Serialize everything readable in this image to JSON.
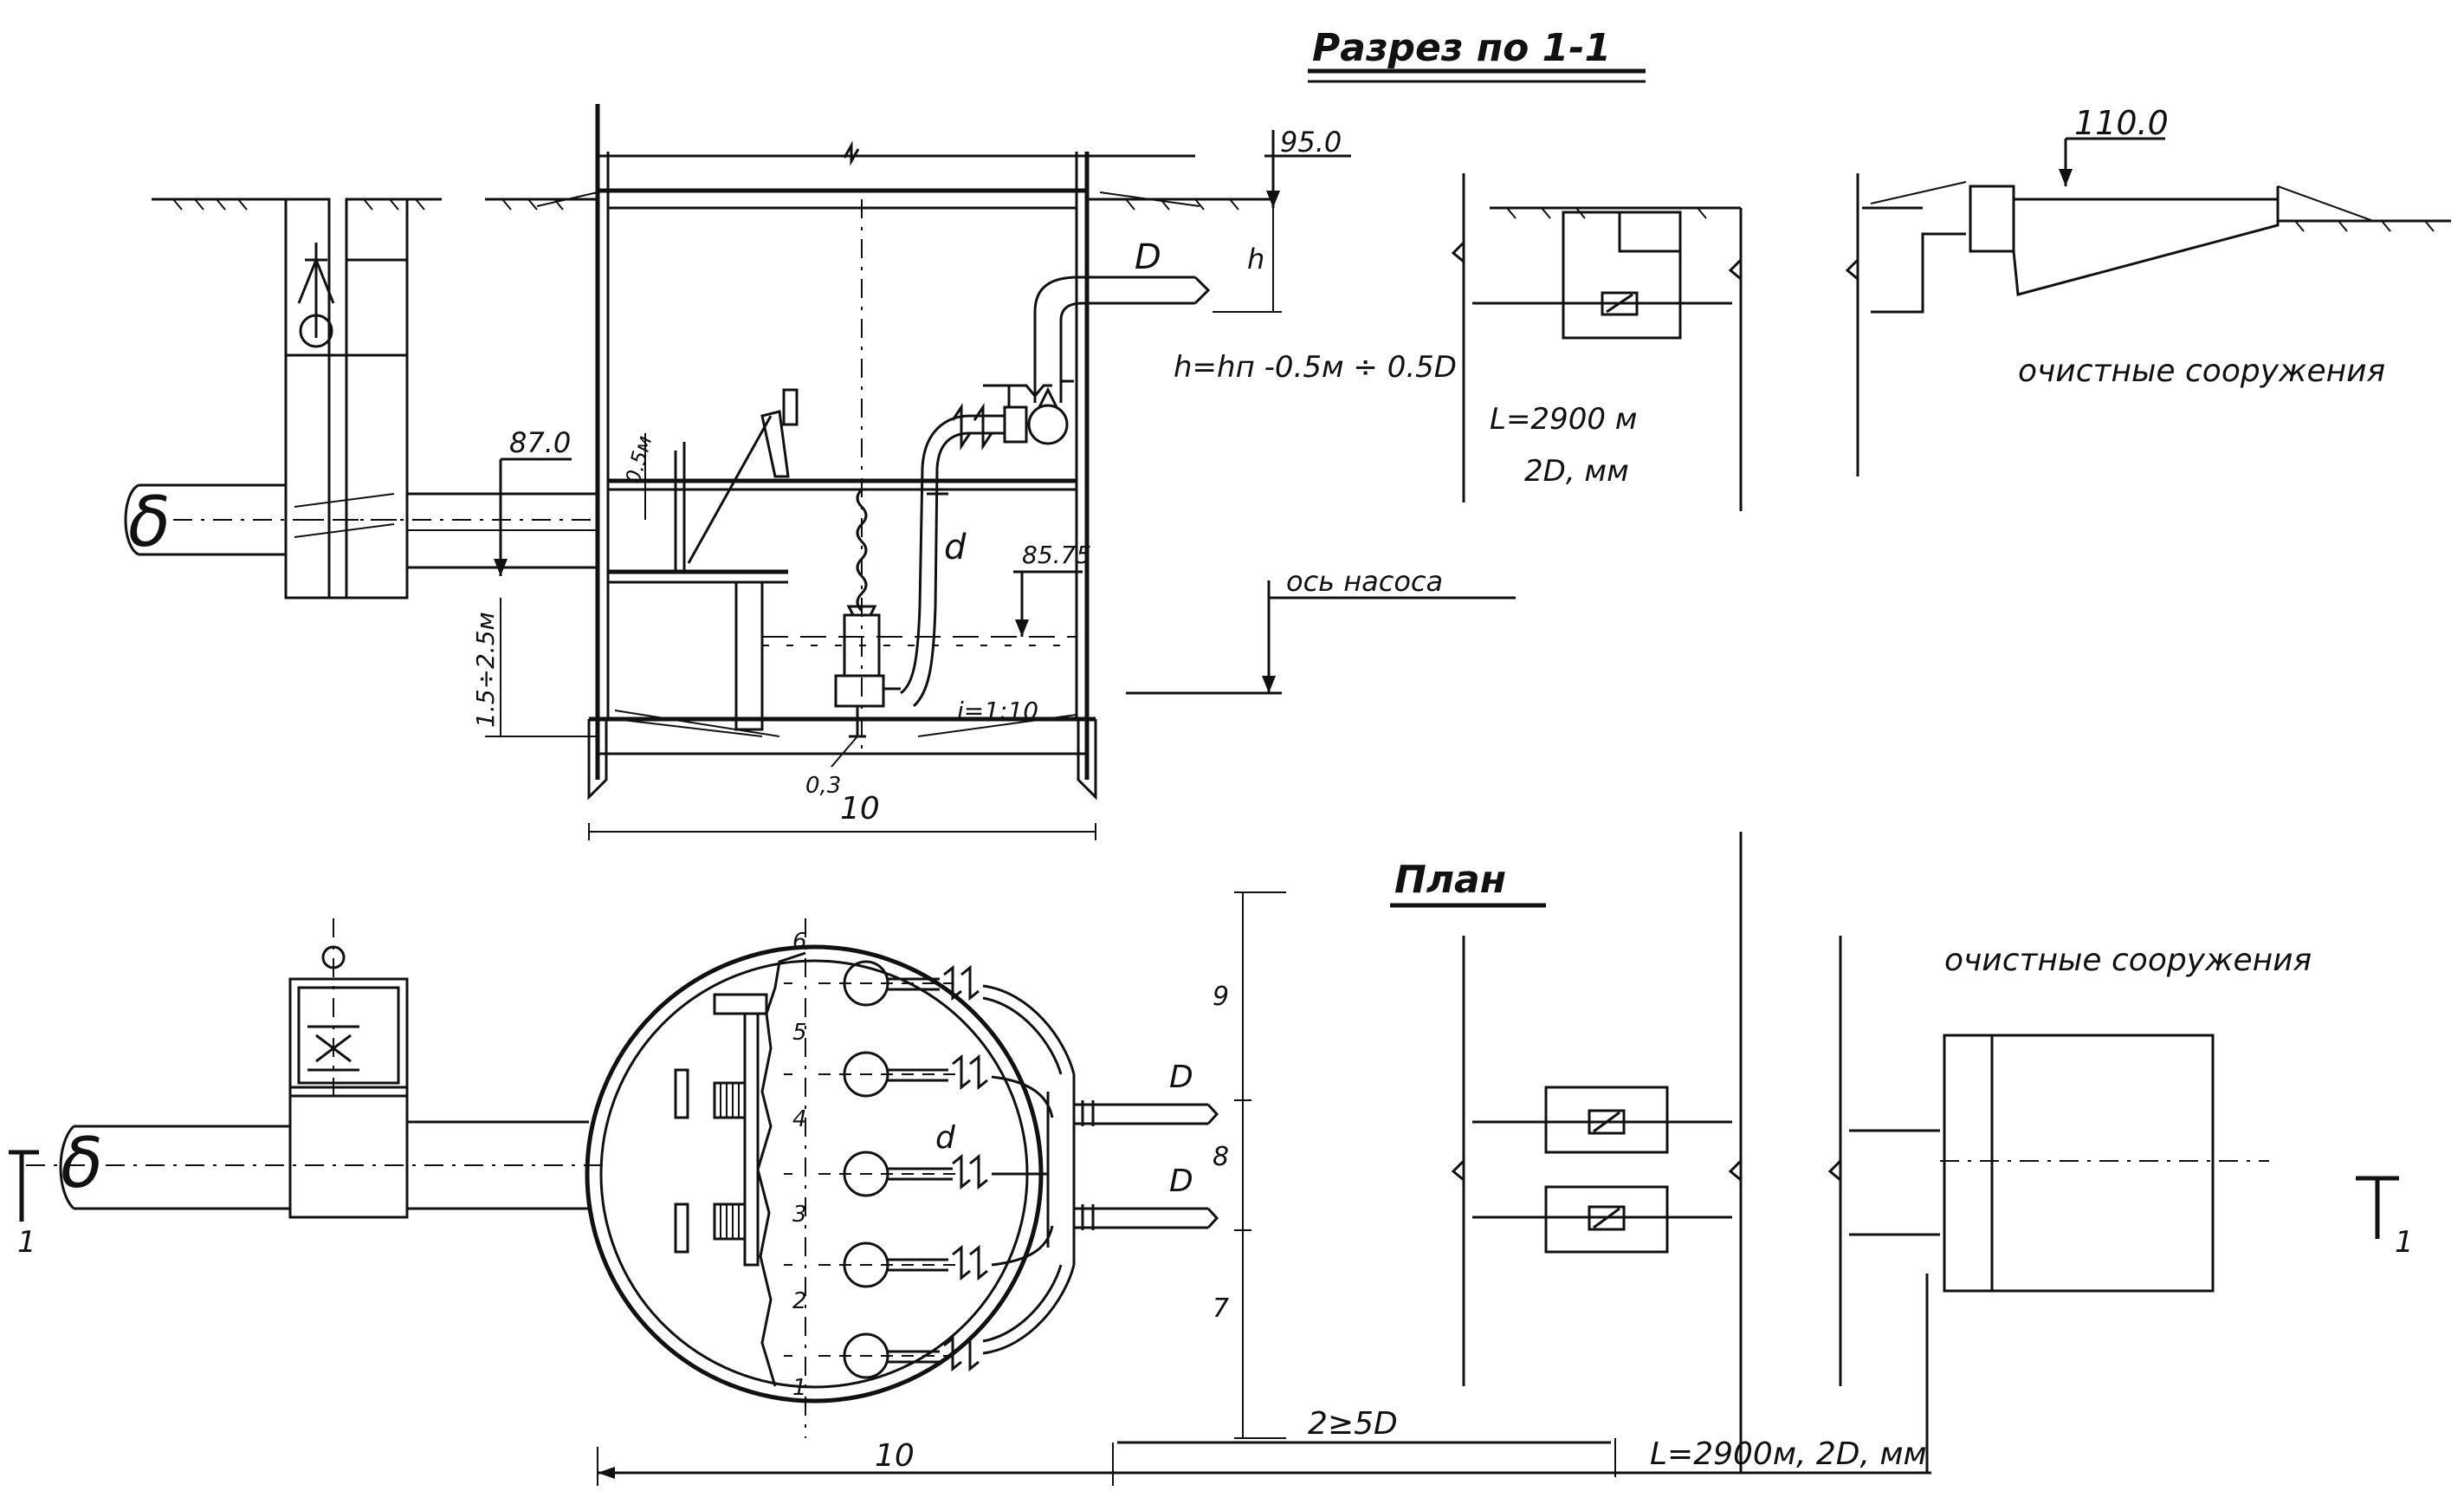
{
  "section": {
    "title": "Разрез по 1-1",
    "mark_ground": "95.0",
    "mark_inlet": "87.0",
    "mark_water": "85.75",
    "mark_treatment": "110.0",
    "pipe_D": "D",
    "pipe_d": "d",
    "formula_h": "h=hп -0.5м ÷ 0.5D",
    "h_label": "h",
    "dim_05": "0.5м",
    "dim_depth": "1.5÷2.5м",
    "dim_width": "10",
    "dim_03": "0,3",
    "slope": "i=1:10",
    "pump_axis": "ось насоса",
    "length_label": "L=2900 м",
    "pipes_label": "2D, мм",
    "treatment_label": "очистные сооружения",
    "delta": "δ"
  },
  "plan": {
    "title": "План",
    "treatment_label": "очистные сооружения",
    "pipe_D1": "D",
    "pipe_D2": "D",
    "pipe_d": "d",
    "dim_9": "9",
    "dim_8": "8",
    "dim_7": "7",
    "pump_numbers": [
      "6",
      "5",
      "4",
      "3",
      "2",
      "1"
    ],
    "dim_width": "10",
    "dim_5d": "2≥5D",
    "length_label": "L=2900м, 2D, мм",
    "section_mark_left": "1",
    "section_mark_right": "1",
    "delta": "δ"
  }
}
